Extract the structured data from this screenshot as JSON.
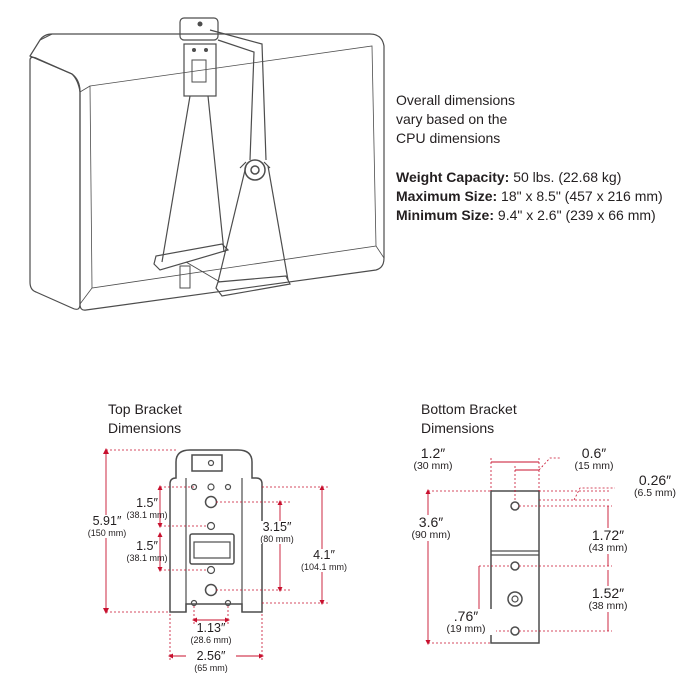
{
  "note": {
    "line1": "Overall dimensions",
    "line2": "vary based on the",
    "line3": "CPU dimensions"
  },
  "specs": [
    {
      "label": "Weight Capacity:",
      "value": " 50 lbs. (22.68 kg)"
    },
    {
      "label": "Maximum Size:",
      "value": " 18\" x 8.5\" (457 x 216 mm)"
    },
    {
      "label": "Minimum Size:",
      "value": " 9.4\" x 2.6\" (239 x 66 mm)"
    }
  ],
  "top_bracket": {
    "title_line1": "Top Bracket",
    "title_line2": "Dimensions",
    "dims": {
      "height": {
        "main": "5.91″",
        "sub": "(150 mm)"
      },
      "upper_spacing": {
        "main": "1.5″",
        "sub": "(38.1 mm)"
      },
      "lower_spacing": {
        "main": "1.5″",
        "sub": "(38.1 mm)"
      },
      "center_span": {
        "main": "3.15″",
        "sub": "(80 mm)"
      },
      "outer_span": {
        "main": "4.1″",
        "sub": "(104.1 mm)"
      },
      "hole_width": {
        "main": "1.13″",
        "sub": "(28.6 mm)"
      },
      "width": {
        "main": "2.56″",
        "sub": "(65 mm)"
      }
    }
  },
  "bottom_bracket": {
    "title_line1": "Bottom Bracket",
    "title_line2": "Dimensions",
    "dims": {
      "width": {
        "main": "1.2″",
        "sub": "(30 mm)"
      },
      "hole_offset": {
        "main": "0.6″",
        "sub": "(15 mm)"
      },
      "top_offset": {
        "main": "0.26″",
        "sub": "(6.5 mm)"
      },
      "height": {
        "main": "3.6″",
        "sub": "(90 mm)"
      },
      "upper_span": {
        "main": "1.72″",
        "sub": "(43 mm)"
      },
      "lower_span": {
        "main": "1.52″",
        "sub": "(38 mm)"
      },
      "side_offset": {
        "main": ".76″",
        "sub": "(19 mm)"
      }
    }
  },
  "colors": {
    "dimension_lines": "#c8102e",
    "drawing": "#4d4d4d"
  }
}
